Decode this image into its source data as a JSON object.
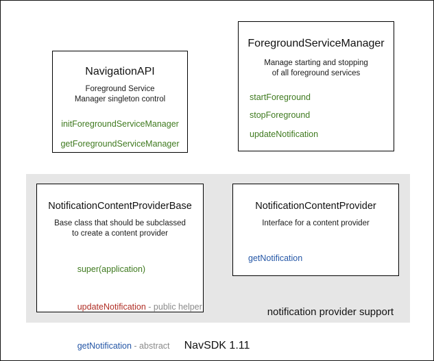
{
  "diagram": {
    "colors": {
      "background": "#ffffff",
      "outer_border": "#111111",
      "box_border": "#000000",
      "panel_background": "#e6e6e6",
      "method_green": "#3f7a1f",
      "method_red": "#b02e25",
      "method_blue": "#2456a6",
      "annotation_gray": "#8a8a8a",
      "text_black": "#111111"
    },
    "boxes": {
      "navigation_api": {
        "title": "NavigationAPI",
        "subtitle_line1": "Foreground Service",
        "subtitle_line2": "Manager singleton control",
        "methods": {
          "init": "initForegroundServiceManager",
          "get": "getForegroundServiceManager"
        }
      },
      "foreground_service_manager": {
        "title": "ForegroundServiceManager",
        "subtitle_line1": "Manage starting and stopping",
        "subtitle_line2": "of all foreground services",
        "methods": {
          "start": "startForeground",
          "stop": "stopForeground",
          "update": "updateNotification"
        }
      },
      "notification_content_provider_base": {
        "title": "NotificationContentProviderBase",
        "subtitle_line1": "Base class that should be subclassed",
        "subtitle_line2": "to create a content provider",
        "methods": {
          "super": "super(application)",
          "update": "updateNotification",
          "update_suffix": " - public helper",
          "get": "getNotification",
          "get_suffix": " - abstract"
        }
      },
      "notification_content_provider": {
        "title": "NotificationContentProvider",
        "subtitle_line1": "Interface for a content provider",
        "methods": {
          "get": "getNotification"
        }
      }
    },
    "panel_label": "notification provider support",
    "footer_label": "NavSDK 1.11"
  }
}
